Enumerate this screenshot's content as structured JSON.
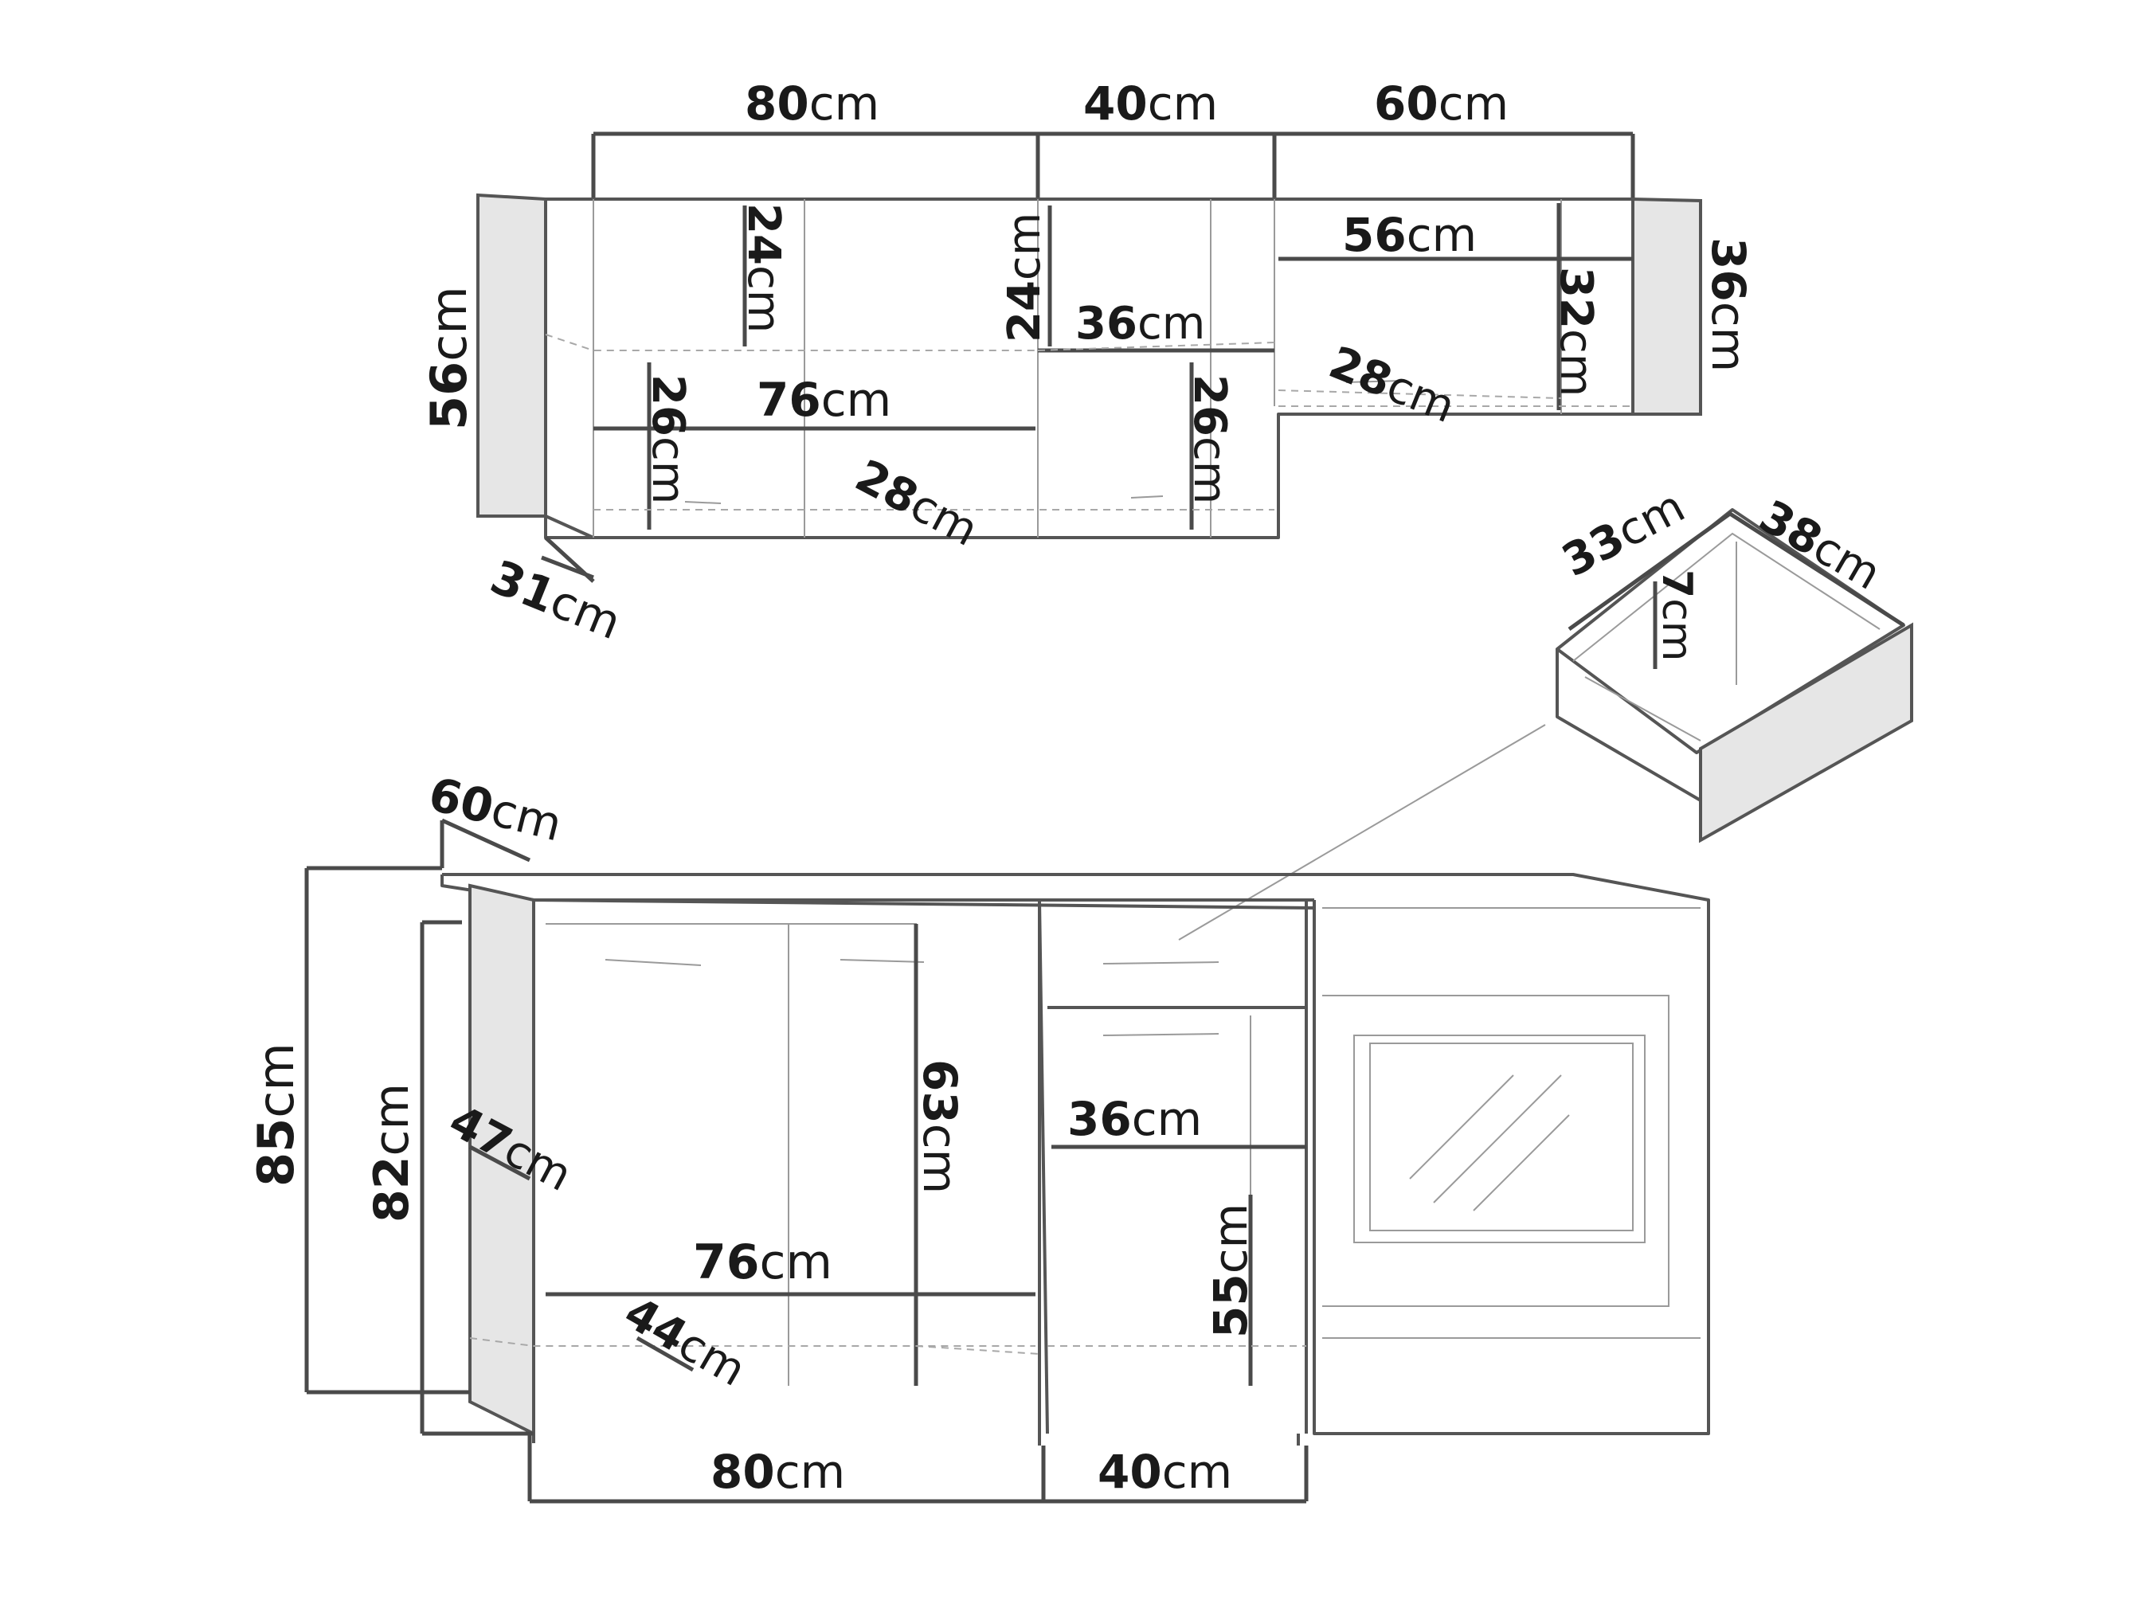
{
  "colors": {
    "outline": "#555555",
    "dimension_line": "#4a4a4a",
    "text": "#1a1a1a",
    "background": "#ffffff"
  },
  "unit": "cm",
  "wall_cabinets": {
    "top_widths": [
      "80",
      "40",
      "60"
    ],
    "height": "56",
    "depth": "31",
    "corner_depth": "36",
    "left_shelf_heights": [
      "24",
      "24"
    ],
    "left_shelf_width": "76",
    "left_lower_heights": [
      "26",
      "26"
    ],
    "left_shelf_depth": "28",
    "middle_shelf_width": "36",
    "right_shelf_width": "56",
    "right_shelf_height": "32",
    "right_shelf_depth": "28"
  },
  "drawer": {
    "width": "33",
    "depth": "38",
    "height": "7"
  },
  "base_cabinets": {
    "top_depth": "60",
    "total_height": "85",
    "carcass_height": "82",
    "side_depth": "47",
    "inner_height": "63",
    "shelf_width": "76",
    "shelf_depth": "44",
    "middle_shelf_width": "36",
    "middle_inner_height": "55",
    "bottom_widths": [
      "80",
      "40"
    ]
  }
}
